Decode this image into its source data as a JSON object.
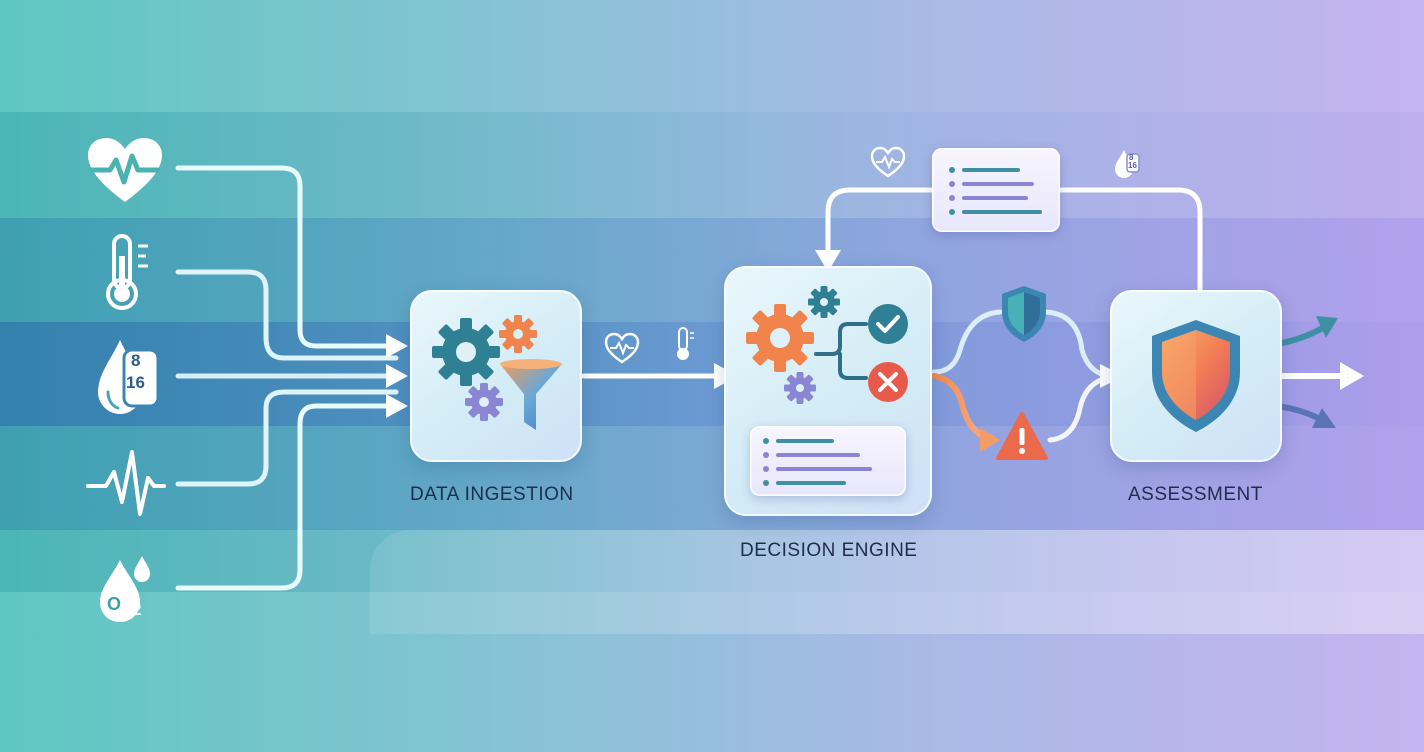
{
  "stages": {
    "ingestion": {
      "label": "DATA INGESTION"
    },
    "decision": {
      "label": "DECISION ENGINE"
    },
    "assessment": {
      "label": "ASSESSMENT"
    }
  },
  "inputs": [
    "heart-rate-icon",
    "thermometer-icon",
    "blood-glucose-icon",
    "ecg-waveform-icon",
    "oxygen-saturation-icon"
  ],
  "glucose_values": [
    "8",
    "16"
  ],
  "oxygen_symbol": {
    "letter": "O",
    "subscript": "2"
  },
  "colors": {
    "teal": "#2a7c8c",
    "orange": "#f2884f",
    "red": "#e3574a",
    "purple": "#8b84d6",
    "blue": "#3f7fbf"
  }
}
